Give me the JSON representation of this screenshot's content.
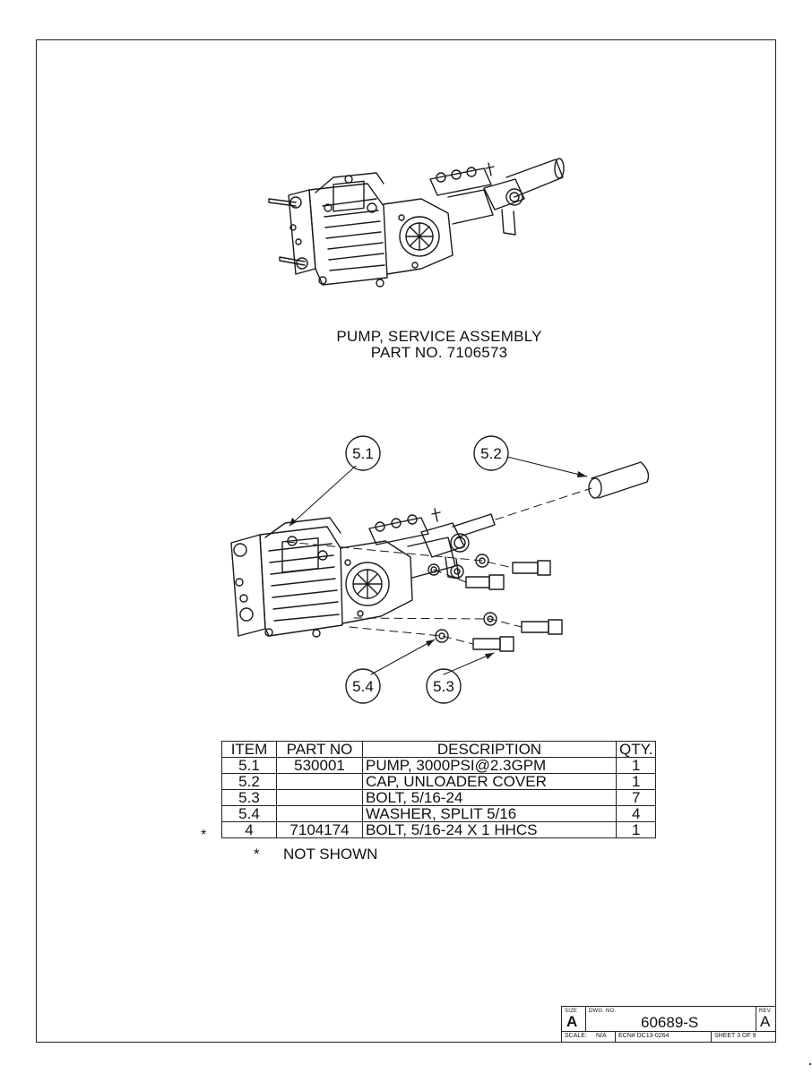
{
  "drawing": {
    "caption_line1": "PUMP, SERVICE ASSEMBLY",
    "caption_line2": "PART NO. 7106573",
    "balloons": [
      {
        "label": "5.1"
      },
      {
        "label": "5.2"
      },
      {
        "label": "5.3"
      },
      {
        "label": "5.4"
      }
    ]
  },
  "bom": {
    "headers": {
      "item": "ITEM",
      "part_no": "PART NO",
      "description": "DESCRIPTION",
      "qty": "QTY."
    },
    "rows": [
      {
        "item": "5.1",
        "part_no": "530001",
        "description": "PUMP, 3000PSI@2.3GPM",
        "qty": "1"
      },
      {
        "item": "5.2",
        "part_no": "",
        "description": "CAP, UNLOADER COVER",
        "qty": "1"
      },
      {
        "item": "5.3",
        "part_no": "",
        "description": "BOLT, 5/16-24",
        "qty": "7"
      },
      {
        "item": "5.4",
        "part_no": "",
        "description": "WASHER, SPLIT 5/16",
        "qty": "4"
      },
      {
        "item": "4",
        "part_no": "7104174",
        "description": "BOLT, 5/16-24 X 1 HHCS",
        "qty": "1"
      }
    ],
    "row_marker": "*",
    "note_marker": "*",
    "note_text": "NOT SHOWN"
  },
  "title_block": {
    "size_label": "SIZE",
    "size_value": "A",
    "dwg_label": "DWG. NO.",
    "dwg_value": "60689-S",
    "rev_label": "REV.",
    "rev_value": "A",
    "scale_label": "SCALE:",
    "scale_value": "N/A",
    "ecn": "ECN# DC13-0264",
    "sheet": "SHEET 3 OF 9"
  }
}
